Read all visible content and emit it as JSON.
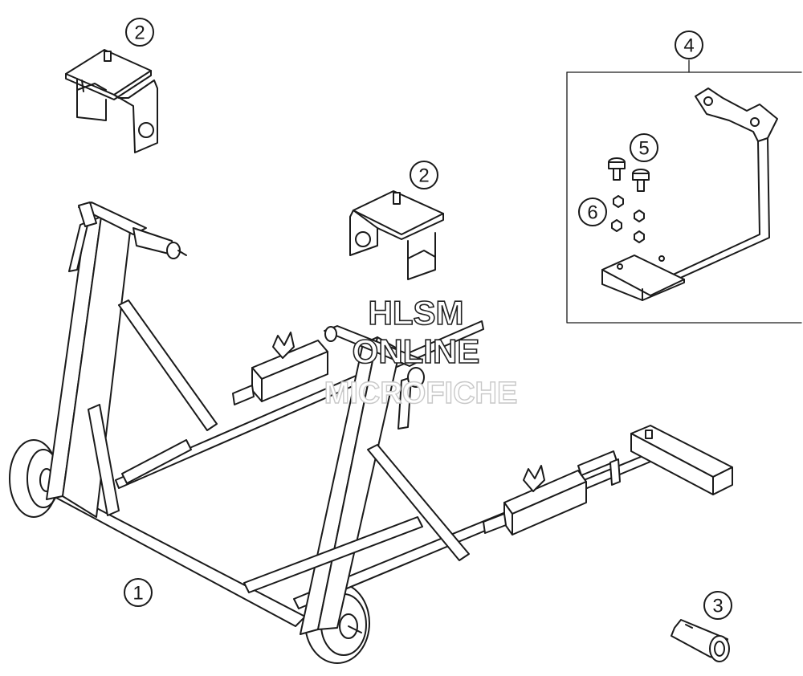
{
  "callouts": [
    {
      "label": "1"
    },
    {
      "label": "2"
    },
    {
      "label": "2"
    },
    {
      "label": "3"
    },
    {
      "label": "4"
    },
    {
      "label": "5"
    },
    {
      "label": "6"
    }
  ],
  "watermark": {
    "line1": "HLSM",
    "line2": "ONLINE",
    "line3": "MICROFICHE"
  },
  "colors": {
    "line": "#1a1a1a",
    "background": "#ffffff",
    "watermark_faint": "#c8c8c8"
  }
}
